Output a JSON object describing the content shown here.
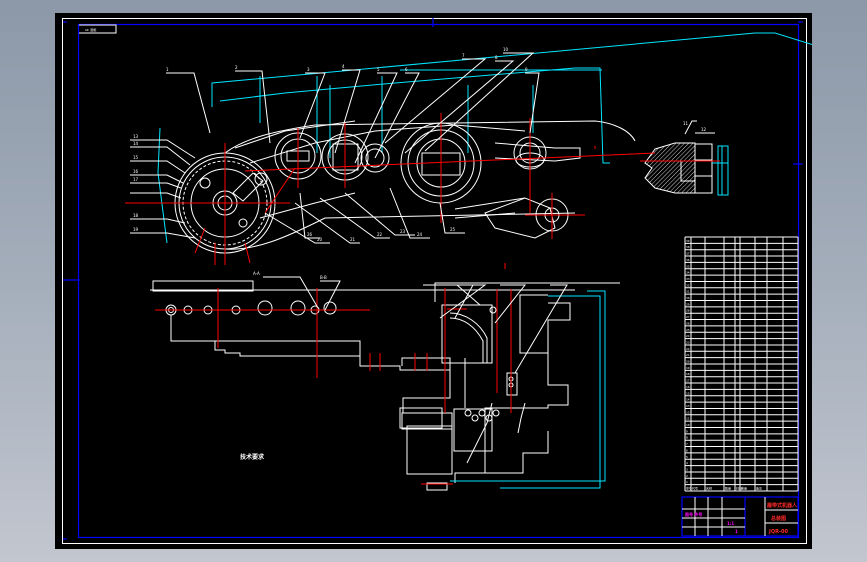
{
  "viewer": {
    "background_color": "#000000",
    "desktop_color": "#a4aebb"
  },
  "colors": {
    "geometry": "#ffffff",
    "centerline": "#ff0000",
    "construction": "#00e5ff",
    "frame": "#0000ff",
    "title_text": "#ff00ff"
  },
  "drawing": {
    "title_block_stamp": "图号 件号",
    "parts_list_header": [
      "序号",
      "代号",
      "名称",
      "数量",
      "材料",
      "重量",
      "备注"
    ],
    "title_block": {
      "drawing_name": "履带式机器人",
      "drawing_label": "总装图",
      "drawing_number": "JQR-00",
      "scale": "1:1",
      "sheet": "1"
    },
    "leader_labels_top": [
      "1",
      "2",
      "3",
      "4",
      "5",
      "6",
      "7",
      "8",
      "9",
      "10",
      "11",
      "12"
    ],
    "leader_labels_left": [
      "13",
      "14",
      "15",
      "16",
      "17",
      "18",
      "19"
    ],
    "leader_labels_bottom": [
      "20",
      "21",
      "22",
      "23",
      "24",
      "25",
      "26"
    ],
    "section_labels": [
      "A-A",
      "B-B"
    ],
    "technical_notes_title": "技术要求",
    "corner_tag": "A0 图框"
  }
}
